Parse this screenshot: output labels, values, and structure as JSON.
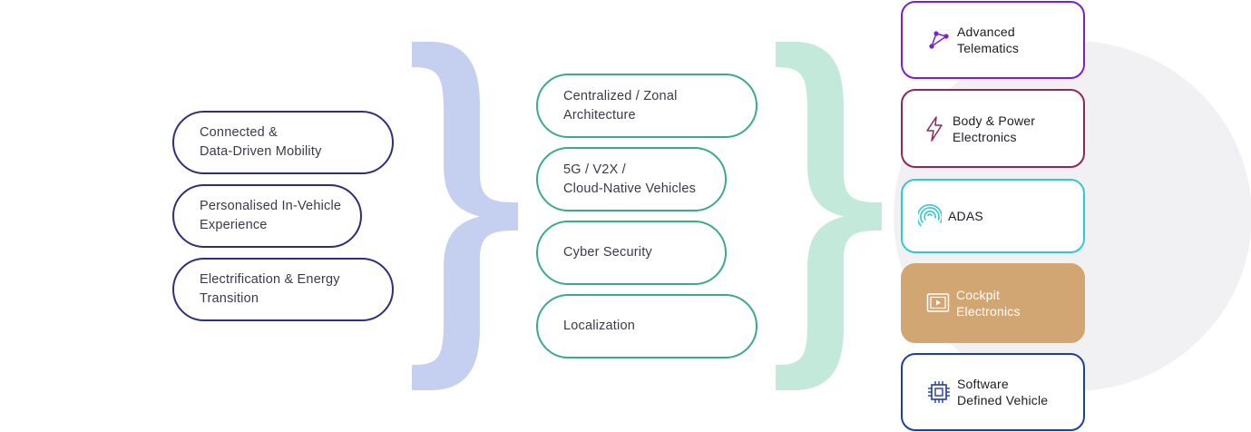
{
  "left_items": [
    {
      "label": "Connected &\nData-Driven Mobility"
    },
    {
      "label": "Personalised In-Vehicle\nExperience"
    },
    {
      "label": "Electrification & Energy\nTransition"
    }
  ],
  "middle_items": [
    {
      "label": "Centralized / Zonal\nArchitecture"
    },
    {
      "label": "5G / V2X /\nCloud-Native Vehicles"
    },
    {
      "label": "Cyber Security"
    },
    {
      "label": "Localization"
    }
  ],
  "right_items": [
    {
      "label": "Advanced\nTelematics",
      "icon": "network-nodes-icon",
      "color": "#7a1fd6"
    },
    {
      "label": "Body & Power\nElectronics",
      "icon": "lightning-bolt-icon",
      "color": "#8c2a57"
    },
    {
      "label": "ADAS",
      "icon": "radar-waves-icon",
      "color": "#33c6d3"
    },
    {
      "label": "Cockpit\nElectronics",
      "icon": "display-play-icon",
      "color": "#d2a673"
    },
    {
      "label": "Software\nDefined Vehicle",
      "icon": "chip-icon",
      "color": "#1d3f9e"
    }
  ],
  "colors": {
    "left_border": "#2e2f7a",
    "middle_border": "#3aaa8d",
    "left_brace": "#c5d0f0",
    "right_brace": "#c3e9da",
    "background_circle": "#f1f1f3"
  }
}
